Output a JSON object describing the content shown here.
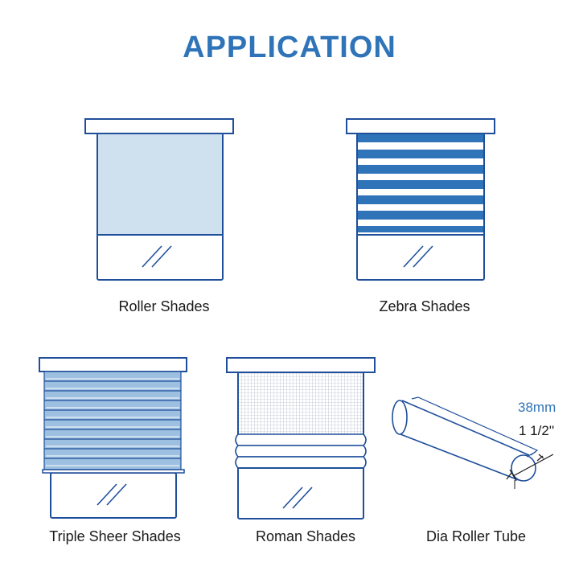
{
  "title": "APPLICATION",
  "colors": {
    "title": "#2f74b8",
    "outline": "#1f4f9a",
    "roller_fabric": "#cfe0ef",
    "zebra_stripe": "#2f74b8",
    "sheer_fill": "#9dbfe0",
    "text": "#1a1a1a"
  },
  "items": [
    {
      "caption": "Roller Shades",
      "icon": "roller-shade-icon"
    },
    {
      "caption": "Zebra Shades",
      "icon": "zebra-shade-icon"
    },
    {
      "caption": "Triple Sheer Shades",
      "icon": "triple-sheer-shade-icon"
    },
    {
      "caption": "Roman Shades",
      "icon": "roman-shade-icon"
    },
    {
      "caption": "Dia Roller Tube",
      "icon": "roller-tube-icon"
    }
  ],
  "tube": {
    "diameter_mm": "38mm",
    "diameter_in": "1 1/2''"
  }
}
